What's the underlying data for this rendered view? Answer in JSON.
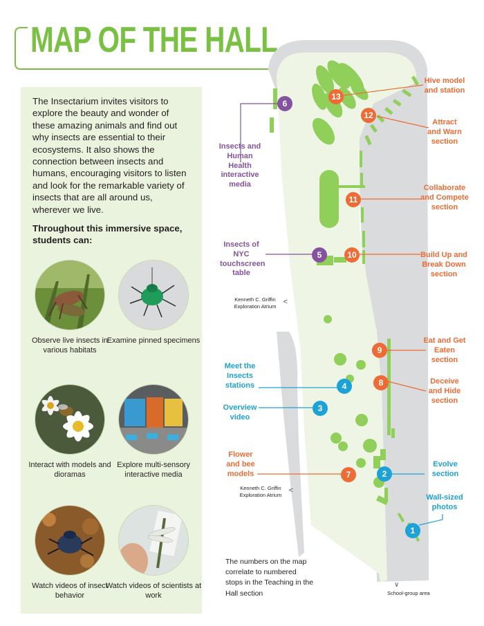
{
  "title": "MAP OF THE HALL",
  "intro_text": "The Insectarium invites visitors to explore the beauty and wonder of these amazing animals and find out why insects are essential to their ecosystems. It also shows the connection between insects and humans, encouraging visitors to listen and look for the remarkable variety of insects that are all around us, wherever we live.",
  "activities_heading": "Throughout this immersive space, students can:",
  "activities": [
    {
      "caption": "Observe live insects in various habitats",
      "image": "live-grasshoppers"
    },
    {
      "caption": "Examine pinned specimens",
      "image": "pinned-green-beetle"
    },
    {
      "caption": "Interact with models and dioramas",
      "image": "bee-on-daisy-model"
    },
    {
      "caption": "Explore multi-sensory interactive media",
      "image": "interactive-media-wall"
    },
    {
      "caption": "Watch videos of insect behavior",
      "image": "blue-beetle-in-soil"
    },
    {
      "caption": "Watch videos of scientists at work",
      "image": "dragonfly-in-hand"
    }
  ],
  "stops": [
    {
      "number": "1",
      "label": "Wall-sized photos",
      "color": "#1ca2d6"
    },
    {
      "number": "2",
      "label": "Evolve section",
      "color": "#1ca2d6"
    },
    {
      "number": "3",
      "label": "Overview video",
      "color": "#1ca2d6"
    },
    {
      "number": "4",
      "label": "Meet the Insects stations",
      "color": "#1ca2d6"
    },
    {
      "number": "5",
      "label": "Insects of NYC touchscreen table",
      "color": "#84529f"
    },
    {
      "number": "6",
      "label": "Insects and Human Health interactive media",
      "color": "#84529f"
    },
    {
      "number": "7",
      "label": "Flower and bee models",
      "color": "#ef6b35"
    },
    {
      "number": "8",
      "label": "Deceive and Hide section",
      "color": "#ef6b35"
    },
    {
      "number": "9",
      "label": "Eat and Get Eaten section",
      "color": "#ef6b35"
    },
    {
      "number": "10",
      "label": "Build Up and Break Down section",
      "color": "#ef6b35"
    },
    {
      "number": "11",
      "label": "Collaborate and Compete section",
      "color": "#ef6b35"
    },
    {
      "number": "12",
      "label": "Attract and Warn section",
      "color": "#ef6b35"
    },
    {
      "number": "13",
      "label": "Hive model and station",
      "color": "#ef6b35"
    }
  ],
  "atrium_label": "Kenneth C. Griffin Exploration Atrium",
  "school_group_label": "School-group area",
  "map_note": "The numbers on the map correlate to numbered stops in the Teaching in the Hall section",
  "colors": {
    "green": "#7ac143",
    "orange": "#ef6b35",
    "purple": "#84529f",
    "blue": "#1ca2d6",
    "panel": "#eaf3dd",
    "wall": "#d9dbdc",
    "floor": "#eef5e4"
  }
}
